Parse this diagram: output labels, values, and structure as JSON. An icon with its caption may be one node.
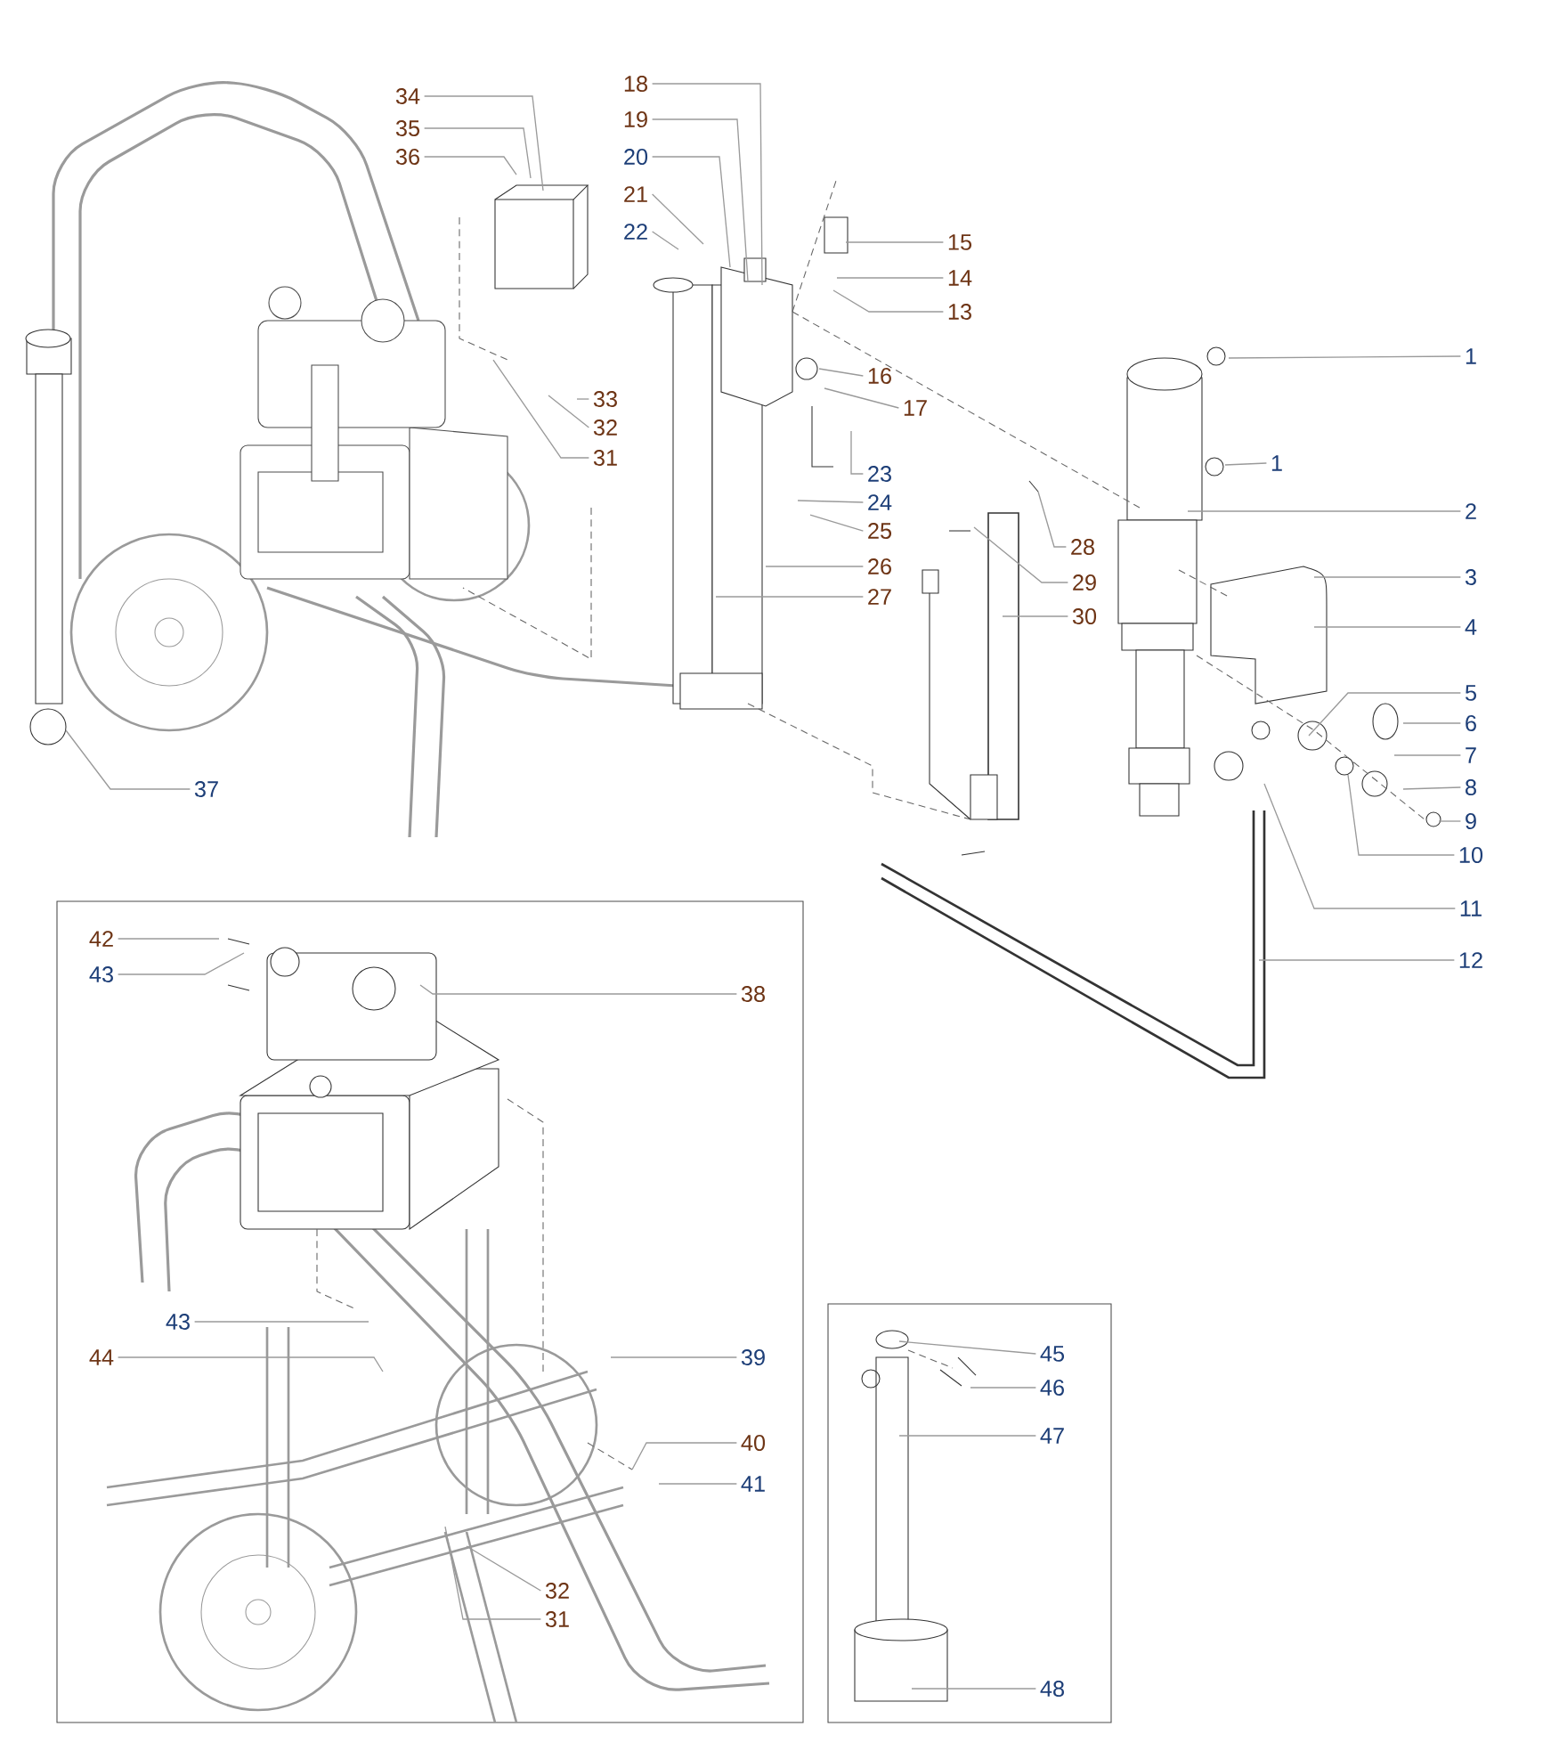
{
  "diagram": {
    "nodes": [
      {
        "text": [
          "34"
        ]
      },
      {
        "text": [
          "35"
        ]
      },
      {
        "text": [
          "36"
        ]
      },
      {
        "text": [
          "18"
        ]
      },
      {
        "text": [
          "19"
        ]
      },
      {
        "text": [
          "20"
        ]
      },
      {
        "text": [
          "21"
        ]
      },
      {
        "text": [
          "22"
        ]
      },
      {
        "text": [
          "15"
        ]
      },
      {
        "text": [
          "14"
        ]
      },
      {
        "text": [
          "13"
        ]
      },
      {
        "text": [
          "33"
        ]
      },
      {
        "text": [
          "32"
        ]
      },
      {
        "text": [
          "31"
        ]
      },
      {
        "text": [
          "16"
        ]
      },
      {
        "text": [
          "17"
        ]
      },
      {
        "text": [
          "1"
        ]
      },
      {
        "text": [
          "1"
        ]
      },
      {
        "text": [
          "23"
        ]
      },
      {
        "text": [
          "24"
        ]
      },
      {
        "text": [
          "25"
        ]
      },
      {
        "text": [
          "2"
        ]
      },
      {
        "text": [
          "26"
        ]
      },
      {
        "text": [
          "28"
        ]
      },
      {
        "text": [
          "3"
        ]
      },
      {
        "text": [
          "27"
        ]
      },
      {
        "text": [
          "29"
        ]
      },
      {
        "text": [
          "30"
        ]
      },
      {
        "text": [
          "4"
        ]
      },
      {
        "text": [
          "5"
        ]
      },
      {
        "text": [
          "6"
        ]
      },
      {
        "text": [
          "7"
        ]
      },
      {
        "text": [
          "8"
        ]
      },
      {
        "text": [
          "9"
        ]
      },
      {
        "text": [
          "10"
        ]
      },
      {
        "text": [
          "37"
        ]
      },
      {
        "text": [
          "11"
        ]
      },
      {
        "text": [
          "12"
        ]
      },
      {
        "text": [
          "42"
        ]
      },
      {
        "text": [
          "43"
        ]
      },
      {
        "text": [
          "38"
        ]
      },
      {
        "text": [
          "43"
        ]
      },
      {
        "text": [
          "44"
        ]
      },
      {
        "text": [
          "39"
        ]
      },
      {
        "text": [
          "40"
        ]
      },
      {
        "text": [
          "41"
        ]
      },
      {
        "text": [
          "32"
        ]
      },
      {
        "text": [
          "31"
        ]
      },
      {
        "text": [
          "45"
        ]
      },
      {
        "text": [
          "46"
        ]
      },
      {
        "text": [
          "47"
        ]
      },
      {
        "text": [
          "48"
        ]
      }
    ],
    "edges": [
      {
        "from": 0,
        "to": null,
        "arrow": "none"
      },
      {
        "from": 1,
        "to": null,
        "arrow": "none"
      },
      {
        "from": 2,
        "to": null,
        "arrow": "none"
      },
      {
        "from": 3,
        "to": null,
        "arrow": "none"
      },
      {
        "from": 4,
        "to": null,
        "arrow": "none"
      },
      {
        "from": 5,
        "to": null,
        "arrow": "none"
      },
      {
        "from": 6,
        "to": null,
        "arrow": "none"
      },
      {
        "from": 7,
        "to": null,
        "arrow": "none"
      },
      {
        "from": 8,
        "to": null,
        "arrow": "none"
      },
      {
        "from": 9,
        "to": null,
        "arrow": "none"
      },
      {
        "from": 10,
        "to": null,
        "arrow": "none"
      },
      {
        "from": 11,
        "to": null,
        "arrow": "none"
      },
      {
        "from": 12,
        "to": null,
        "arrow": "none"
      },
      {
        "from": 13,
        "to": null,
        "arrow": "none"
      },
      {
        "from": 14,
        "to": null,
        "arrow": "none"
      },
      {
        "from": 15,
        "to": null,
        "arrow": "none"
      },
      {
        "from": 16,
        "to": null,
        "arrow": "none"
      },
      {
        "from": 17,
        "to": null,
        "arrow": "none"
      },
      {
        "from": 18,
        "to": null,
        "arrow": "none"
      },
      {
        "from": 19,
        "to": null,
        "arrow": "none"
      },
      {
        "from": 20,
        "to": null,
        "arrow": "none"
      },
      {
        "from": 21,
        "to": null,
        "arrow": "none"
      },
      {
        "from": 22,
        "to": null,
        "arrow": "none"
      },
      {
        "from": 23,
        "to": null,
        "arrow": "none"
      },
      {
        "from": 24,
        "to": null,
        "arrow": "none"
      },
      {
        "from": 25,
        "to": null,
        "arrow": "none"
      },
      {
        "from": 26,
        "to": null,
        "arrow": "none"
      },
      {
        "from": 27,
        "to": null,
        "arrow": "none"
      },
      {
        "from": 28,
        "to": null,
        "arrow": "none"
      },
      {
        "from": 29,
        "to": null,
        "arrow": "none"
      },
      {
        "from": 30,
        "to": null,
        "arrow": "none"
      },
      {
        "from": 31,
        "to": null,
        "arrow": "none"
      },
      {
        "from": 32,
        "to": null,
        "arrow": "none"
      },
      {
        "from": 33,
        "to": null,
        "arrow": "none"
      },
      {
        "from": 34,
        "to": null,
        "arrow": "none"
      },
      {
        "from": 35,
        "to": null,
        "arrow": "none"
      },
      {
        "from": 36,
        "to": null,
        "arrow": "none"
      },
      {
        "from": 37,
        "to": null,
        "arrow": "none"
      },
      {
        "from": 38,
        "to": null,
        "arrow": "none"
      },
      {
        "from": 39,
        "to": null,
        "arrow": "none"
      },
      {
        "from": 40,
        "to": null,
        "arrow": "none"
      },
      {
        "from": 41,
        "to": null,
        "arrow": "none"
      },
      {
        "from": 42,
        "to": null,
        "arrow": "none"
      },
      {
        "from": 43,
        "to": null,
        "arrow": "none"
      },
      {
        "from": 44,
        "to": null,
        "arrow": "none"
      },
      {
        "from": 45,
        "to": null,
        "arrow": "none"
      },
      {
        "from": 46,
        "to": null,
        "arrow": "none"
      },
      {
        "from": 47,
        "to": null,
        "arrow": "none"
      },
      {
        "from": 48,
        "to": null,
        "arrow": "none"
      },
      {
        "from": 49,
        "to": null,
        "arrow": "none"
      },
      {
        "from": 50,
        "to": null,
        "arrow": "none"
      },
      {
        "from": 51,
        "to": null,
        "arrow": "none"
      }
    ]
  }
}
